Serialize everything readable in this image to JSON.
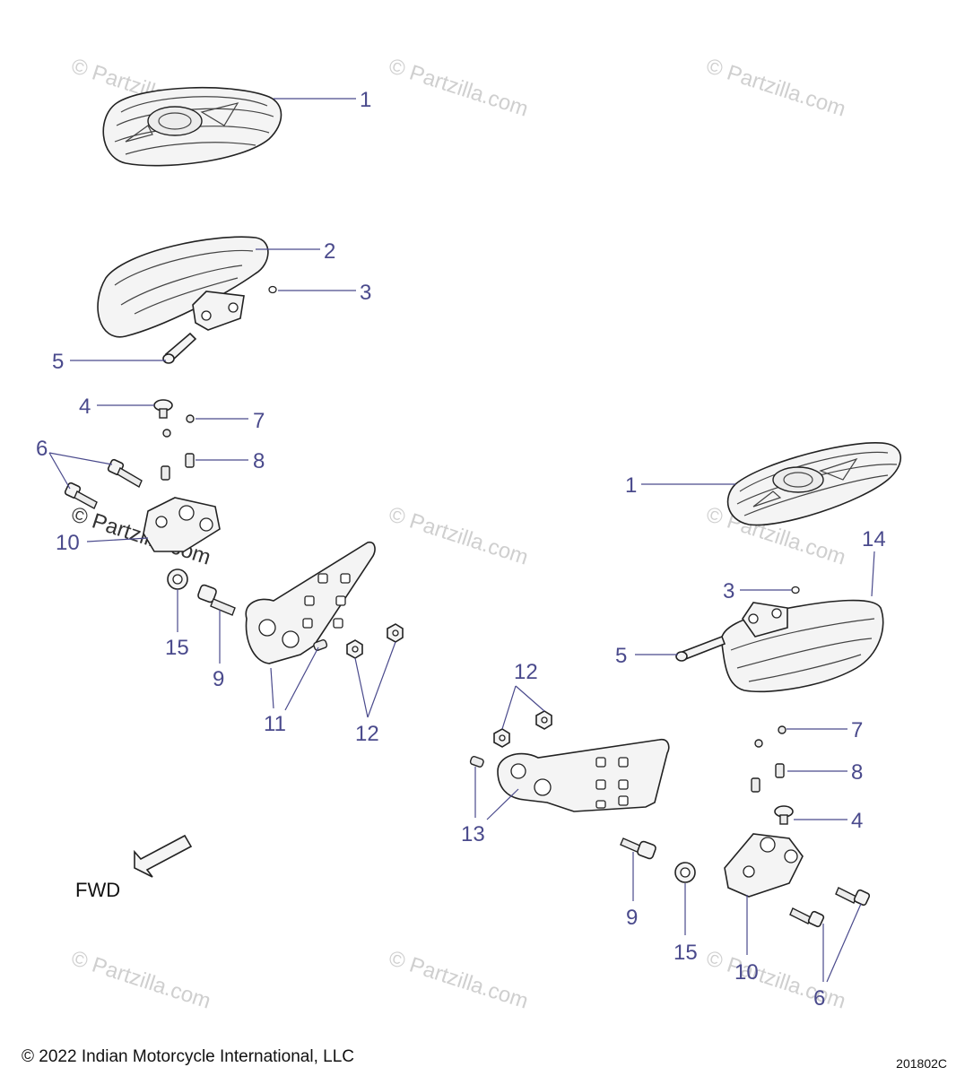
{
  "watermark": "© Partzilla.com",
  "callouts": [
    {
      "id": "c1a",
      "label": "1"
    },
    {
      "id": "c2",
      "label": "2"
    },
    {
      "id": "c3a",
      "label": "3"
    },
    {
      "id": "c5a",
      "label": "5"
    },
    {
      "id": "c4a",
      "label": "4"
    },
    {
      "id": "c7a",
      "label": "7"
    },
    {
      "id": "c6a",
      "label": "6"
    },
    {
      "id": "c8a",
      "label": "8"
    },
    {
      "id": "c10a",
      "label": "10"
    },
    {
      "id": "c15a",
      "label": "15"
    },
    {
      "id": "c9a",
      "label": "9"
    },
    {
      "id": "c11",
      "label": "11"
    },
    {
      "id": "c12a",
      "label": "12"
    },
    {
      "id": "c1b",
      "label": "1"
    },
    {
      "id": "c14",
      "label": "14"
    },
    {
      "id": "c3b",
      "label": "3"
    },
    {
      "id": "c5b",
      "label": "5"
    },
    {
      "id": "c12b",
      "label": "12"
    },
    {
      "id": "c7b",
      "label": "7"
    },
    {
      "id": "c8b",
      "label": "8"
    },
    {
      "id": "c13",
      "label": "13"
    },
    {
      "id": "c4b",
      "label": "4"
    },
    {
      "id": "c9b",
      "label": "9"
    },
    {
      "id": "c15b",
      "label": "15"
    },
    {
      "id": "c10b",
      "label": "10"
    },
    {
      "id": "c6b",
      "label": "6"
    }
  ],
  "direction_label": "FWD",
  "copyright": "© 2022 Indian Motorcycle International, LLC",
  "drawing_number": "201802C",
  "colors": {
    "callout": "#4a4a8c",
    "watermark": "#cfcfcf",
    "line": "#222222"
  }
}
